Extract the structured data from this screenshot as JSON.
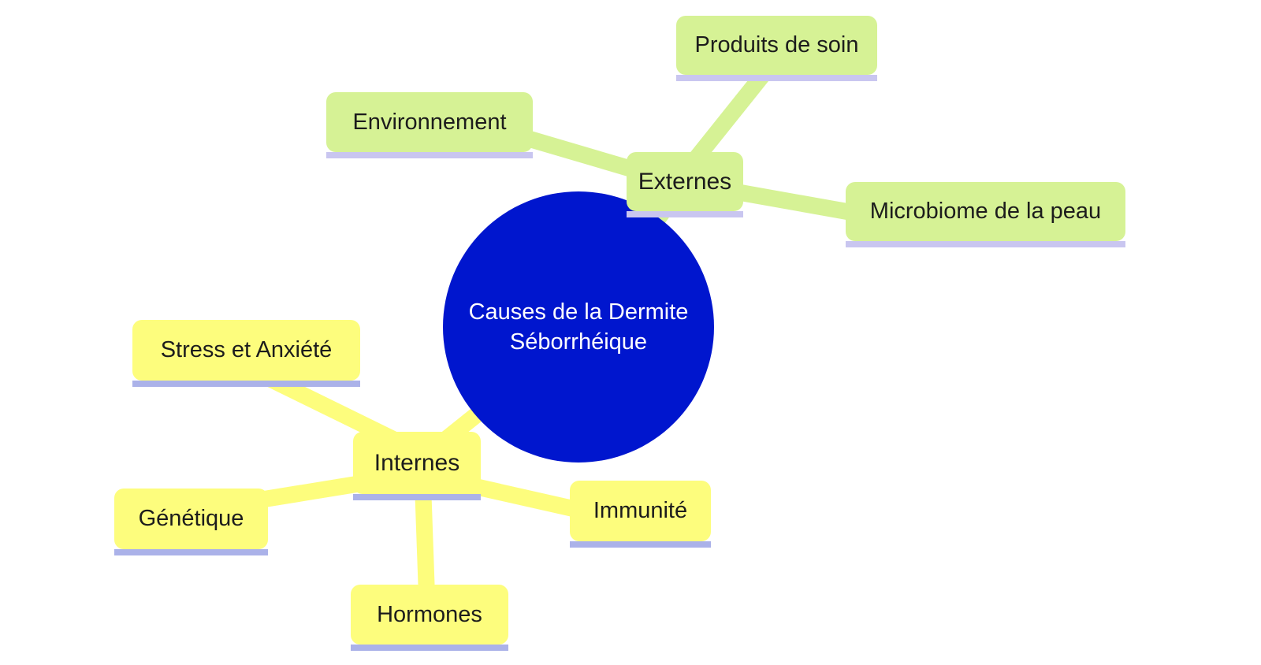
{
  "diagram": {
    "center": {
      "label": "Causes de la Dermite Séborrhéique"
    },
    "branches": [
      {
        "id": "externes",
        "label": "Externes",
        "children": [
          {
            "id": "environnement",
            "label": "Environnement"
          },
          {
            "id": "produits-de-soin",
            "label": "Produits de soin"
          },
          {
            "id": "microbiome-de-la-peau",
            "label": "Microbiome de la peau"
          }
        ]
      },
      {
        "id": "internes",
        "label": "Internes",
        "children": [
          {
            "id": "stress-et-anxiete",
            "label": "Stress et Anxiété"
          },
          {
            "id": "genetique",
            "label": "Génétique"
          },
          {
            "id": "hormones",
            "label": "Hormones"
          },
          {
            "id": "immunite",
            "label": "Immunité"
          }
        ]
      }
    ]
  },
  "colors": {
    "background": "#ffffff",
    "center_blue": "#0016ce",
    "center_text": "#ffffff",
    "branch_green": "#d6f295",
    "underline_green": "#c9c6f0",
    "branch_yellow": "#fdfd7d",
    "underline_yellow": "#abb2e9",
    "text_dark": "#1c1c1c"
  }
}
